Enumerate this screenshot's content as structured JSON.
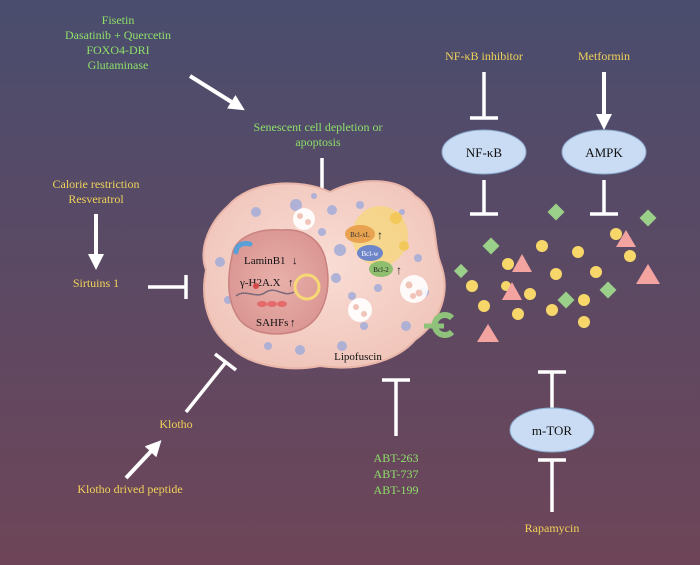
{
  "colors": {
    "bg_top": "#4a4d6e",
    "bg_bottom": "#6e4558",
    "green_text": "#8ee06a",
    "yellow_text": "#f0d25a",
    "arrow": "#ffffff",
    "oval_fill": "#c9dcf3",
    "cell_fill": "#f4d0c7",
    "nucleus_fill": "#e2a39e",
    "dot_yellow": "#f7d76a",
    "dot_purple": "#a8aed8",
    "diamond": "#9bd08a",
    "triangle": "#f3a3a0",
    "receptor": "#8fc27a"
  },
  "interventions": {
    "senolytics_drugs": [
      "Fisetin",
      "Dasatinib + Quercetin",
      "FOXO4-DRI",
      "Glutaminase"
    ],
    "senescent_depletion": [
      "Senescent cell depletion or",
      "apoptosis"
    ],
    "calorie": [
      "Calorie restriction",
      "Resveratrol"
    ],
    "sirtuins": "Sirtuins 1",
    "klotho": "Klotho",
    "klotho_peptide": "Klotho drived peptide",
    "abt": [
      "ABT-263",
      "ABT-737",
      "ABT-199"
    ],
    "nfkb_inhibitor": "NF-κB inhibitor",
    "metformin": "Metformin",
    "rapamycin": "Rapamycin"
  },
  "ovals": {
    "nfkb": "NF-κB",
    "ampk": "AMPK",
    "mtor": "m-TOR"
  },
  "cell": {
    "laminb1": "LaminB1",
    "gamma_h2ax": "γ-H2A.X",
    "sahfs": "SAHFs",
    "lipofuscin": "Lipofuscin",
    "bcl_xl": "Bcl-xL",
    "bcl_w": "Bcl-w",
    "bcl_2": "Bcl-2",
    "down_arrow": "↓",
    "up_arrow": "↑"
  }
}
